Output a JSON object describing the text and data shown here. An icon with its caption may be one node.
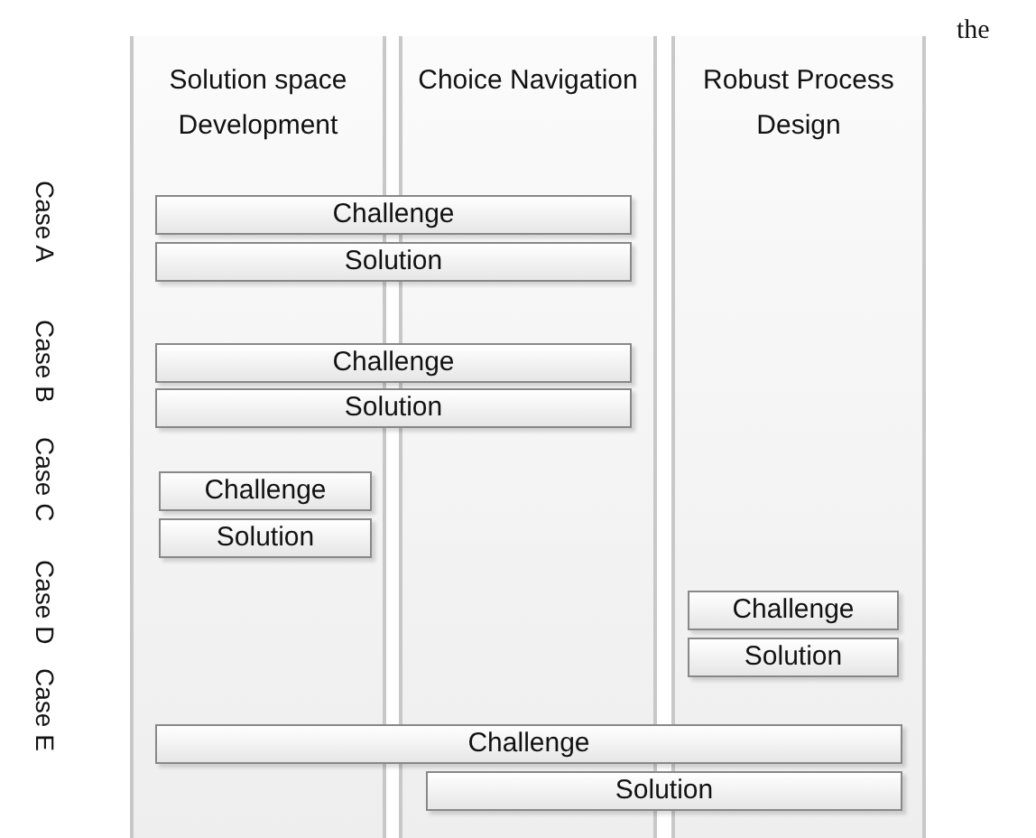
{
  "diagram": {
    "nodes": [
      {
        "text": [
          "Solution space Development"
        ]
      },
      {
        "text": [
          "Choice Navigation"
        ]
      },
      {
        "text": [
          "Robust Process Design"
        ]
      },
      {
        "text": [
          "Challenge"
        ]
      },
      {
        "text": [
          "Solution"
        ]
      },
      {
        "text": [
          "Challenge"
        ]
      },
      {
        "text": [
          "Solution"
        ]
      },
      {
        "text": [
          "Challenge"
        ],
        "in": 0
      },
      {
        "text": [
          "Solution"
        ],
        "in": 0
      },
      {
        "text": [
          "Challenge"
        ],
        "in": 2
      },
      {
        "text": [
          "Solution"
        ],
        "in": 2
      },
      {
        "text": [
          "Challenge"
        ]
      },
      {
        "text": [
          "Solution"
        ]
      }
    ],
    "labels": [
      "the",
      "Case A",
      "Case B",
      "Case C",
      "Case D",
      "Case E"
    ]
  }
}
